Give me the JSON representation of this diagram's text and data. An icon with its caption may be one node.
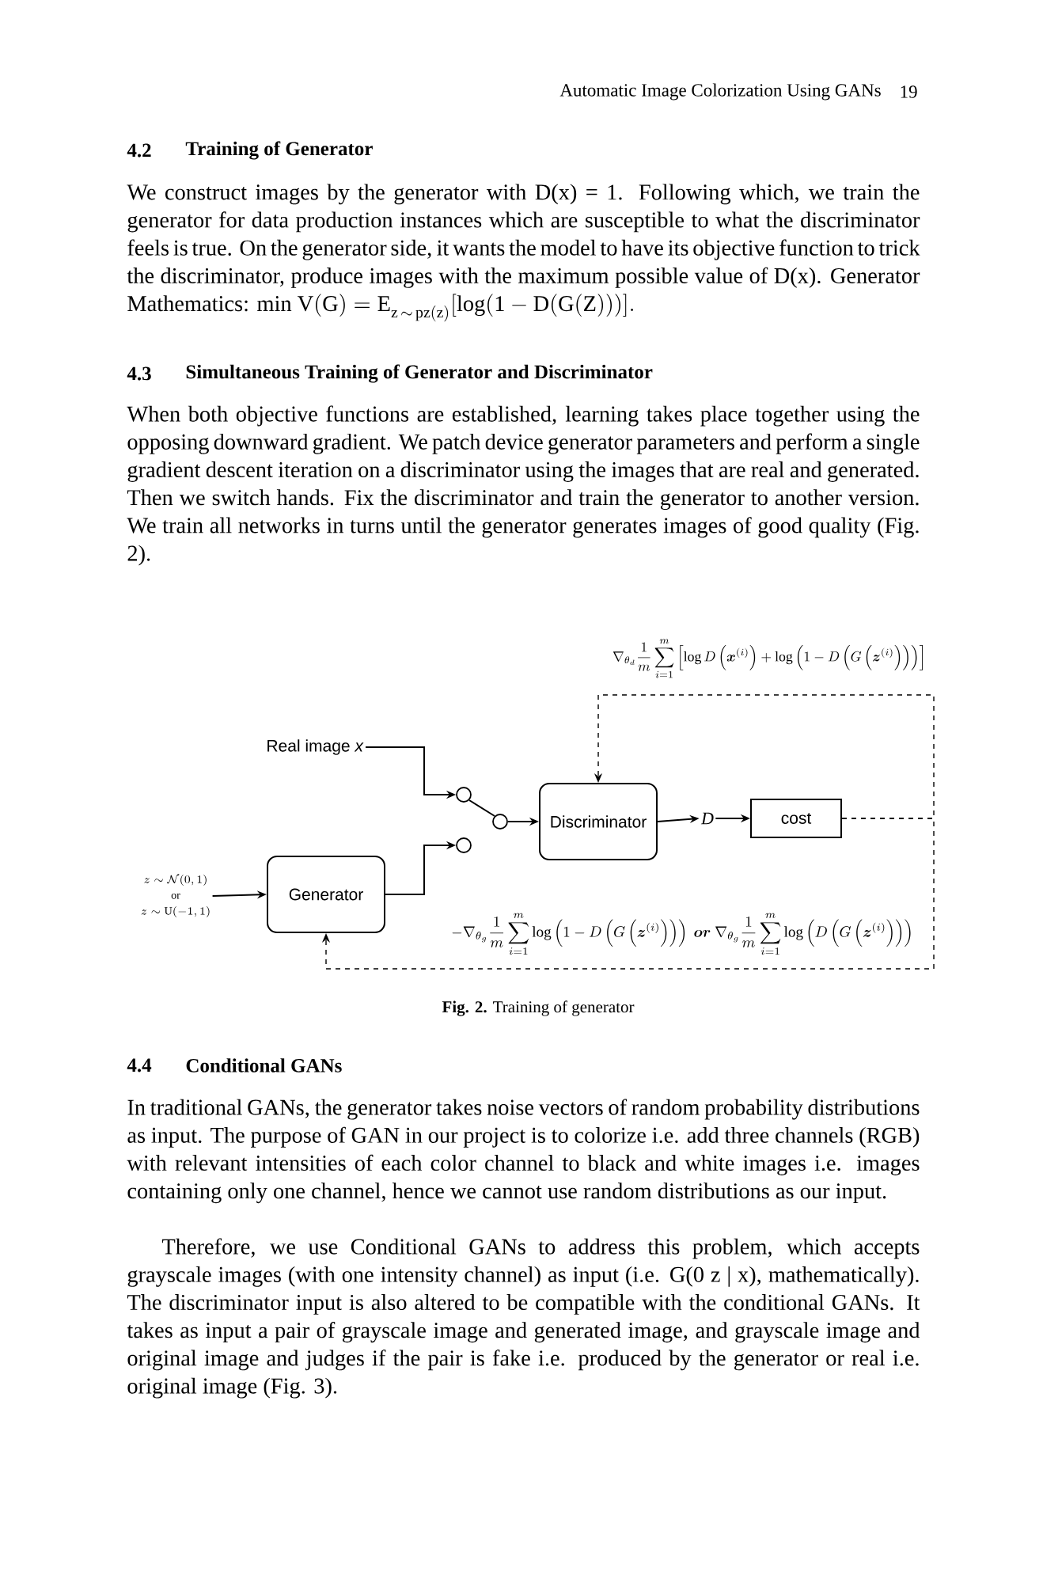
{
  "diagram": {
    "caption": "**Fig. 2.** Training of generator",
    "nodes": [
      {
        "text": [
          "Real image *x*"
        ]
      },
      {
        "text": [],
        "shape": "circle"
      },
      {
        "text": [
          "Discriminator"
        ]
      },
      {
        "text": [
          "D"
        ]
      },
      {
        "text": [
          "cost"
        ]
      },
      {
        "text": [],
        "shape": "circle"
      },
      {
        "text": [],
        "shape": "circle"
      },
      {
        "text": [
          "z \\sim \\mathcal{N}(0,1)",
          "or",
          "z \\sim \\mathrm{U}(-1,1)"
        ]
      },
      {
        "text": [
          "Generator"
        ]
      }
    ],
    "edges": [
      {
        "from": 0,
        "to": 1,
        "arrow": "to"
      },
      {
        "from": 1,
        "to": 5,
        "arrow": "none"
      },
      {
        "from": 5,
        "to": 2,
        "arrow": "to"
      },
      {
        "from": 2,
        "to": 3,
        "arrow": "to"
      },
      {
        "from": 3,
        "to": 4,
        "arrow": "to"
      },
      {
        "from": 4,
        "to": 2,
        "arrow": "to",
        "style": "dashed",
        "label": "\\nabla_{\\theta_d}\\frac{1}{m}\\sum_{i=1}^{m}\\left[\\log D\\left(\\boldsymbol{x}^{(i)}\\right)+\\log\\left(1-D\\left(G\\left(\\boldsymbol{z}^{(i)}\\right)\\right)\\right)\\right]"
      },
      {
        "from": 4,
        "to": 8,
        "arrow": "to",
        "style": "dashed",
        "label": "-\\nabla_{\\theta_g}\\frac{1}{m}\\sum_{i=1}^{m}\\log\\left(1-D\\left(G\\left(\\boldsymbol{z}^{(i)}\\right)\\right)\\right)\\ \\boldsymbol{or}\\ \\nabla_{\\theta_g}\\frac{1}{m}\\sum_{i=1}^{m}\\log\\left(D\\left(G\\left(\\boldsymbol{z}^{(i)}\\right)\\right)\\right)"
      },
      {
        "from": 7,
        "to": 8,
        "arrow": "to"
      },
      {
        "from": 8,
        "to": 6,
        "arrow": "to"
      }
    ],
    "labels": [
      "Automatic Image Colorization Using GANs",
      "19",
      "4.2",
      "Training of Generator",
      "We construct images by the generator with D(x) = 1. Following which, we train the generator for data production instances which are susceptible to what the discriminator feels is true. On the generator side, it wants the model to have its objective function to trick the discriminator, produce images with the maximum possible value of D(x). Generator Mathematics:",
      "\\mathrm{min\\ V(G) = E}_{\\mathrm{z\\,\\sim\\,pz(z)}}\\mathrm{[log(1 - D(G(Z)))].}",
      "4.3",
      "Simultaneous Training of Generator and Discriminator",
      "When both objective functions are established, learning takes place together using the opposing downward gradient. We patch device generator parameters and perform a single gradient descent iteration on a discriminator using the images that are real and generated. Then we switch hands. Fix the discriminator and train the generator to another version. We train all networks in turns until the generator generates images of good quality (Fig. 2).",
      "4.4",
      "Conditional GANs",
      "In traditional GANs, the generator takes noise vectors of random probability distributions as input. The purpose of GAN in our project is to colorize i.e. add three channels (RGB) with relevant intensities of each color channel to black and white images i.e. images containing only one channel, hence we cannot use random distributions as our input.",
      "Therefore, we use Conditional GANs to address this problem, which accepts grayscale images (with one intensity channel) as input (i.e. G(0 z | x), mathematically). The discriminator input is also altered to be compatible with the conditional GANs. It takes as input a pair of grayscale image and generated image, and grayscale image and original image and judges if the pair is fake i.e. produced by the generator or real i.e. original image (Fig. 3)."
    ]
  }
}
